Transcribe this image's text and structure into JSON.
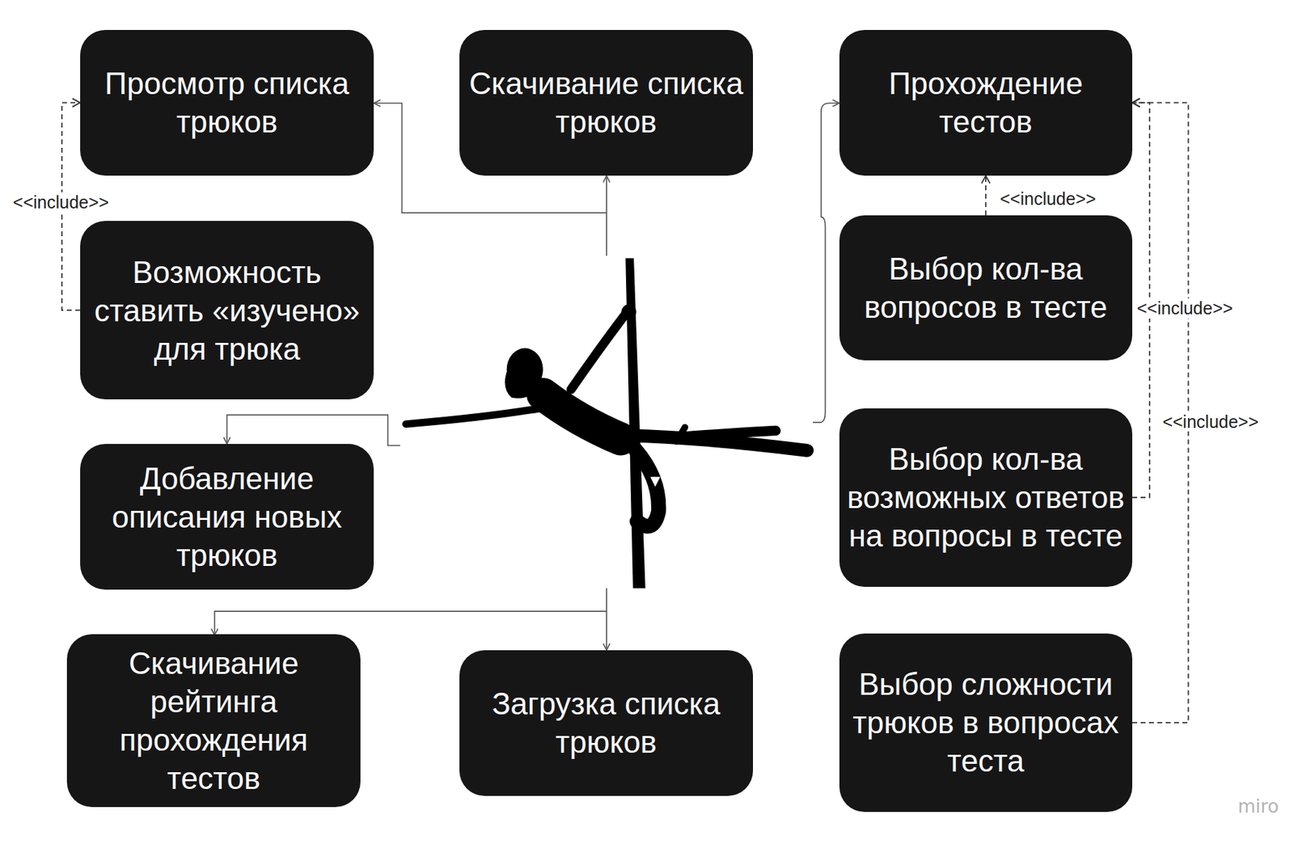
{
  "diagram": {
    "nodes": [
      {
        "text": [
          "Просмотр списка трюков"
        ]
      },
      {
        "text": [
          "Скачивание списка трюков"
        ]
      },
      {
        "text": [
          "Прохождение тестов"
        ]
      },
      {
        "text": [
          "Возможность ставить «изучено» для трюка"
        ]
      },
      {
        "text": [
          "Выбор кол-ва вопросов в тесте"
        ]
      },
      {
        "text": [
          "Добавление описания новых трюков"
        ]
      },
      {
        "text": [
          "Выбор кол-ва возможных ответов на вопросы в тесте"
        ]
      },
      {
        "text": [
          "Скачивание рейтинга прохождения тестов"
        ]
      },
      {
        "text": [
          "Загрузка списка трюков"
        ]
      },
      {
        "text": [
          "Выбор сложности трюков в вопросах теста"
        ]
      }
    ],
    "edges": [
      {
        "from": 3,
        "to": 0,
        "arrow": "to",
        "label": "<<include>>"
      },
      {
        "from": 4,
        "to": 2,
        "arrow": "to",
        "label": "<<include>>"
      },
      {
        "from": 6,
        "to": 2,
        "arrow": "to",
        "label": "<<include>>"
      },
      {
        "from": 9,
        "to": 2,
        "arrow": "to",
        "label": "<<include>>"
      }
    ],
    "labels": [
      "miro"
    ]
  }
}
